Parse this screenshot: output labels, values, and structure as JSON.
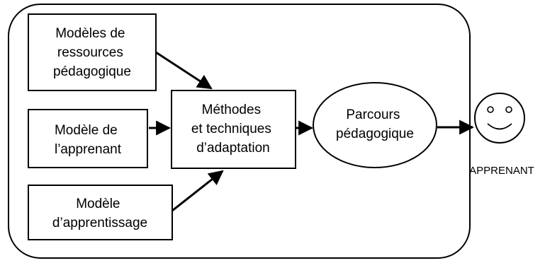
{
  "diagram": {
    "nodes": {
      "ressources": {
        "lines": [
          "Modèles de",
          "ressources",
          "pédagogique"
        ]
      },
      "apprenant_model": {
        "lines": [
          "Modèle de",
          "l’apprenant"
        ]
      },
      "apprentissage": {
        "lines": [
          "Modèle",
          "d’apprentissage"
        ]
      },
      "methodes": {
        "lines": [
          "Méthodes",
          "et techniques",
          "d’adaptation"
        ]
      },
      "parcours": {
        "lines": [
          "Parcours",
          "pédagogique"
        ]
      }
    },
    "learner": {
      "label": "APPRENANT",
      "icon": "smiley-face-icon"
    }
  }
}
